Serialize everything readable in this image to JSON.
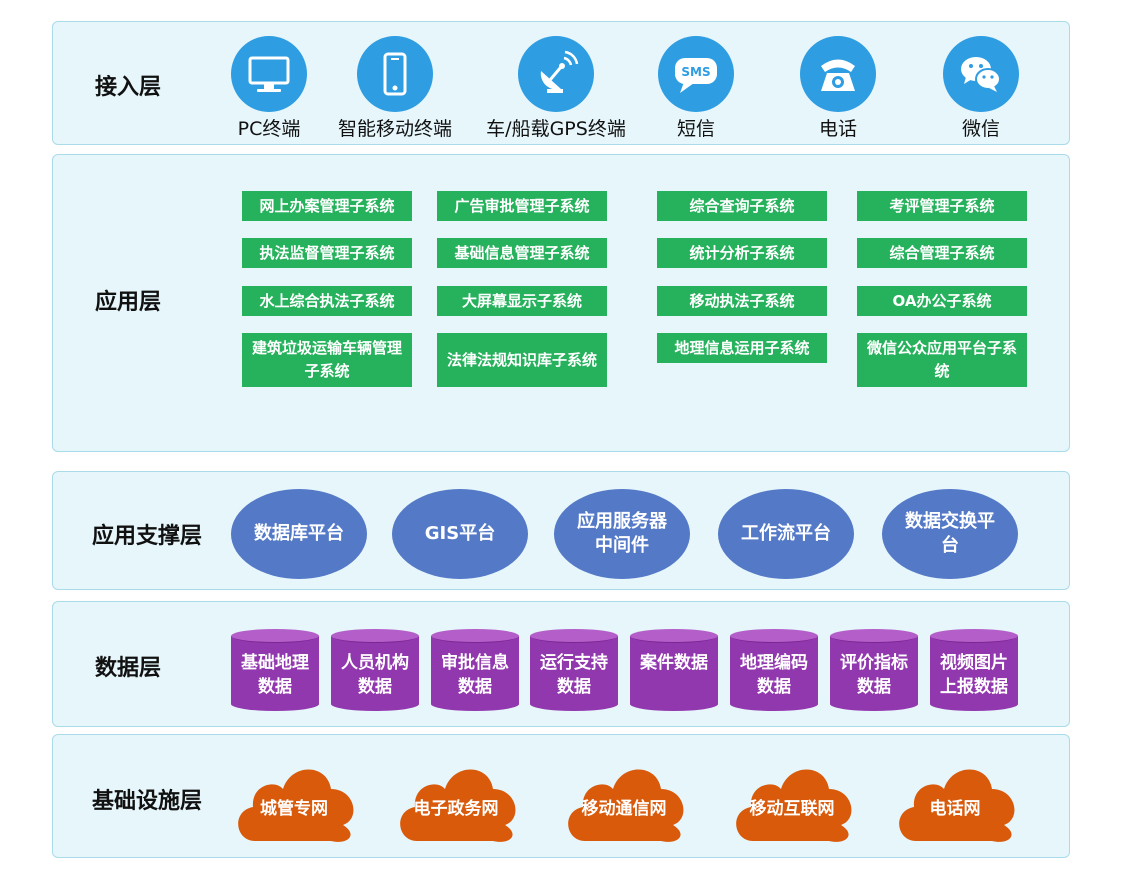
{
  "colors": {
    "layer_bg": "#e6f6fb",
    "access_icon": "#2e9de2",
    "app_box": "#26b15c",
    "support_oval": "#5479c7",
    "data_cylinder": "#9238ae",
    "infra_cloud": "#d85a0a"
  },
  "access_layer": {
    "title": "接入层",
    "items": [
      {
        "label": "PC终端",
        "icon": "monitor-icon"
      },
      {
        "label": "智能移动终端",
        "icon": "smartphone-icon"
      },
      {
        "label": "车/船载GPS终端",
        "icon": "satellite-dish-icon"
      },
      {
        "label": "短信",
        "icon": "sms-bubble-icon",
        "icon_text": "SMS"
      },
      {
        "label": "电话",
        "icon": "telephone-icon"
      },
      {
        "label": "微信",
        "icon": "wechat-icon"
      }
    ]
  },
  "app_layer": {
    "title": "应用层",
    "items": [
      "网上办案管理子系统",
      "广告审批管理子系统",
      "综合查询子系统",
      "考评管理子系统",
      "执法监督管理子系统",
      "基础信息管理子系统",
      "统计分析子系统",
      "综合管理子系统",
      "水上综合执法子系统",
      "大屏幕显示子系统",
      "移动执法子系统",
      "OA办公子系统",
      "建筑垃圾运输车辆管理子系统",
      "法律法规知识库子系统",
      "地理信息运用子系统",
      "微信公众应用平台子系统"
    ]
  },
  "support_layer": {
    "title": "应用支撑层",
    "items": [
      "数据库平台",
      "GIS平台",
      "应用服务器中间件",
      "工作流平台",
      "数据交换平台"
    ]
  },
  "data_layer": {
    "title": "数据层",
    "items": [
      "基础地理数据",
      "人员机构数据",
      "审批信息数据",
      "运行支持数据",
      "案件数据",
      "地理编码数据",
      "评价指标数据",
      "视频图片上报数据"
    ]
  },
  "infra_layer": {
    "title": "基础设施层",
    "items": [
      "城管专网",
      "电子政务网",
      "移动通信网",
      "移动互联网",
      "电话网"
    ]
  }
}
